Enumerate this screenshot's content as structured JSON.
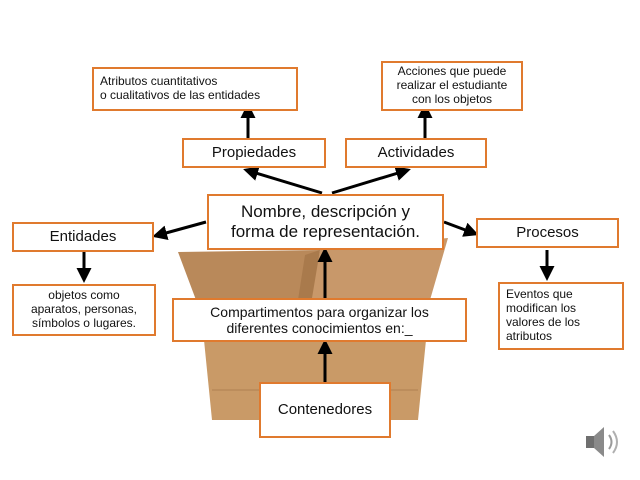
{
  "center": {
    "text": "Nombre, descripción y\nforma de representación."
  },
  "properties": {
    "label": "Propiedades",
    "detail": "Atributos cuantitativos\no cualitativos de las entidades"
  },
  "activities": {
    "label": "Actividades",
    "detail": "Acciones que puede\nrealizar el estudiante\ncon los objetos"
  },
  "entities": {
    "label": "Entidades",
    "detail": "objetos como\naparatos, personas,\nsímbolos o lugares."
  },
  "processes": {
    "label": "Procesos",
    "detail": "Eventos que\nmodifican los\nvalores de los\natributos"
  },
  "compartments": {
    "text": "Compartimentos para organizar los\ndiferentes conocimientos en:_"
  },
  "containers": {
    "label": "Contenedores"
  },
  "colors": {
    "box_border": "#E07A2E",
    "arrow": "#000000",
    "cardboard": "#C99A67"
  },
  "icons": {
    "audio": "speaker-icon"
  }
}
